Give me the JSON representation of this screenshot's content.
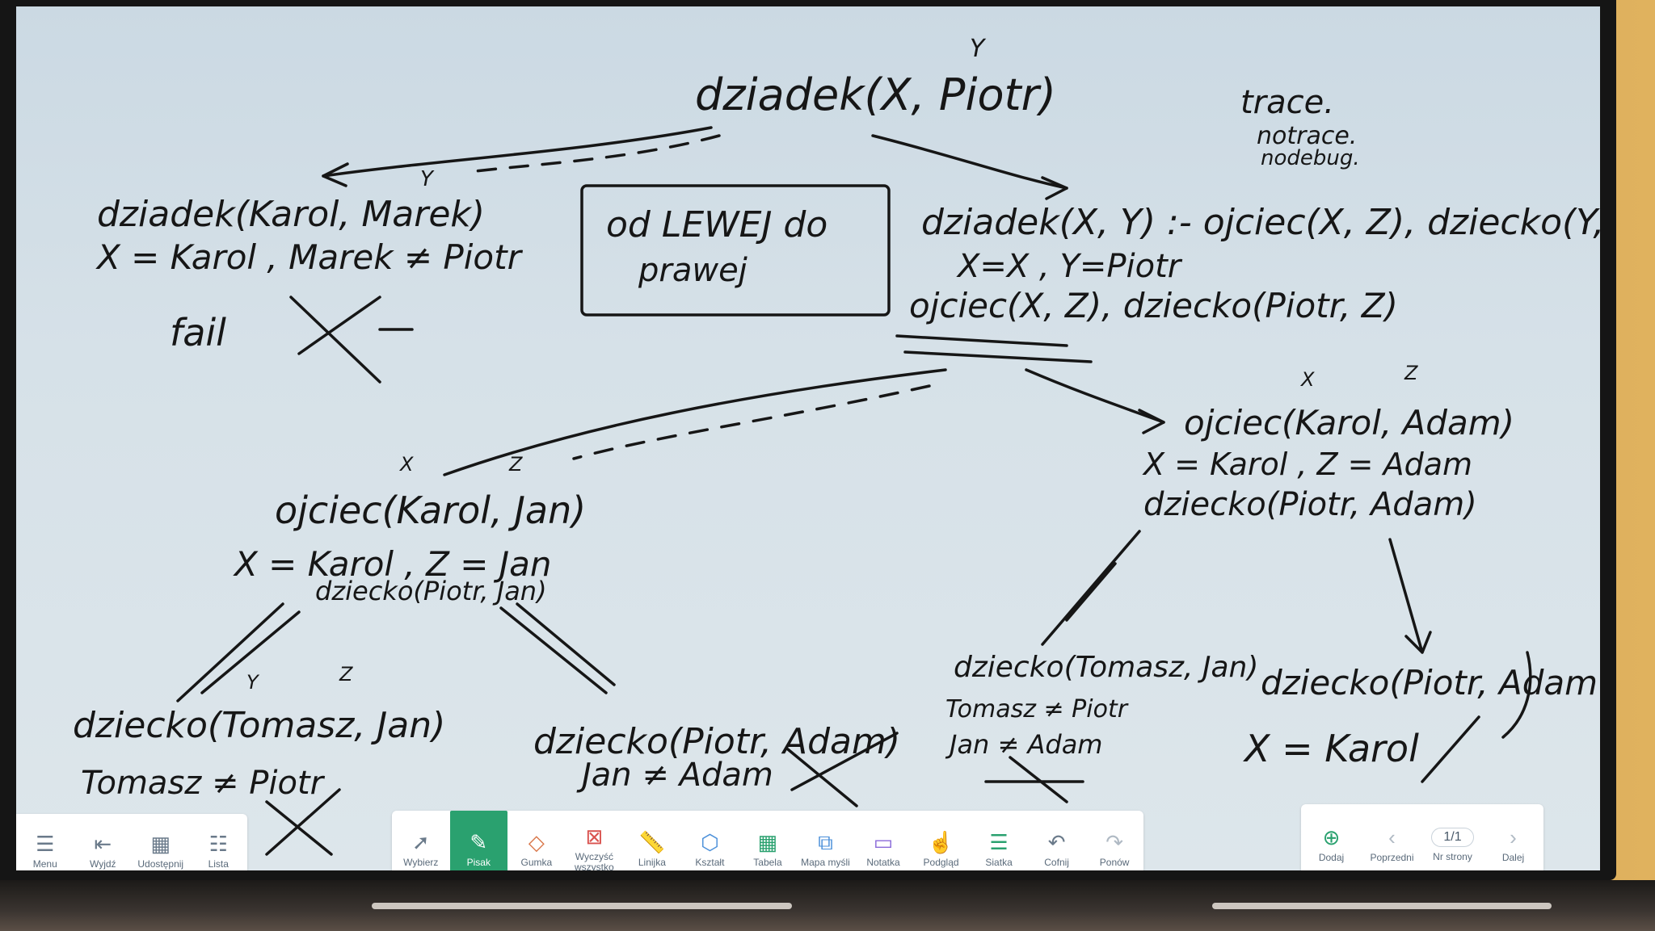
{
  "board": {
    "root_goal": "dziadek(X, Piotr)",
    "root_var_mark": "Y",
    "notes_top_right": [
      "trace.",
      "notrace.",
      "nodebug."
    ],
    "left_branch": {
      "goal": "dziadek(Karol, Marek)",
      "goal_var_mark": "Y",
      "binding": "X = Karol ,  Marek ≠ Piotr",
      "result": "fail",
      "result_mark": "X—"
    },
    "box_text": [
      "od LEWEJ do",
      "prawej"
    ],
    "rule": "dziadek(X, Y) :- ojciec(X, Z), dziecko(Y, Z)",
    "rule_binding": "X=X ,  Y=Piotr",
    "rule_body": "ojciec(X, Z), dziecko(Piotr, Z)",
    "mid_left": {
      "var_marks": [
        "X",
        "Z"
      ],
      "goal": "ojciec(Karol, Jan)",
      "binding": "X = Karol ,  Z = Jan",
      "next": "dziecko(Piotr, Jan)",
      "leaf_a_marks": [
        "Y",
        "Z"
      ],
      "leaf_a_goal": "dziecko(Tomasz, Jan)",
      "leaf_a_binding": "Tomasz ≠ Piotr",
      "leaf_b_goal": "dziecko(Piotr, Adam)",
      "leaf_b_binding": "Jan ≠ Adam"
    },
    "mid_right": {
      "var_marks": [
        "X",
        "Z"
      ],
      "goal": "ojciec(Karol, Adam)",
      "binding": "X = Karol ,  Z = Adam",
      "next": "dziecko(Piotr, Adam)",
      "leaf_a_goal": "dziecko(Tomasz, Jan)",
      "leaf_a_binding_1": "Tomasz ≠ Piotr",
      "leaf_a_binding_2": "Jan ≠ Adam",
      "leaf_b_goal": "dziecko(Piotr, Adam",
      "leaf_b_result": "X = Karol"
    }
  },
  "toolbar_left": [
    {
      "label": "Menu",
      "icon": "menu-icon"
    },
    {
      "label": "Wyjdź",
      "icon": "exit-icon"
    },
    {
      "label": "Udostępnij",
      "icon": "share-icon"
    },
    {
      "label": "Lista",
      "icon": "list-icon"
    }
  ],
  "toolbar_main": [
    {
      "label": "Wybierz",
      "icon": "cursor-icon"
    },
    {
      "label": "Pisak",
      "icon": "pen-icon",
      "active": true
    },
    {
      "label": "Gumka",
      "icon": "eraser-icon"
    },
    {
      "label": "Wyczyść\nwszystko",
      "icon": "clear-all-icon"
    },
    {
      "label": "Linijka",
      "icon": "ruler-icon"
    },
    {
      "label": "Kształt",
      "icon": "shape-icon"
    },
    {
      "label": "Tabela",
      "icon": "table-icon"
    },
    {
      "label": "Mapa myśli",
      "icon": "mindmap-icon"
    },
    {
      "label": "Notatka",
      "icon": "note-icon"
    },
    {
      "label": "Podgląd",
      "icon": "preview-icon"
    },
    {
      "label": "Siatka",
      "icon": "grid-icon"
    },
    {
      "label": "Cofnij",
      "icon": "undo-icon"
    },
    {
      "label": "Ponów",
      "icon": "redo-icon"
    }
  ],
  "toolbar_right": {
    "add_label": "Dodaj",
    "prev_label": "Poprzedni",
    "page_value": "1/1",
    "page_label": "Nr strony",
    "next_label": "Dalej"
  },
  "colors": {
    "accent": "#2aa16f",
    "board": "#d6e1e8",
    "ink": "#161616"
  }
}
